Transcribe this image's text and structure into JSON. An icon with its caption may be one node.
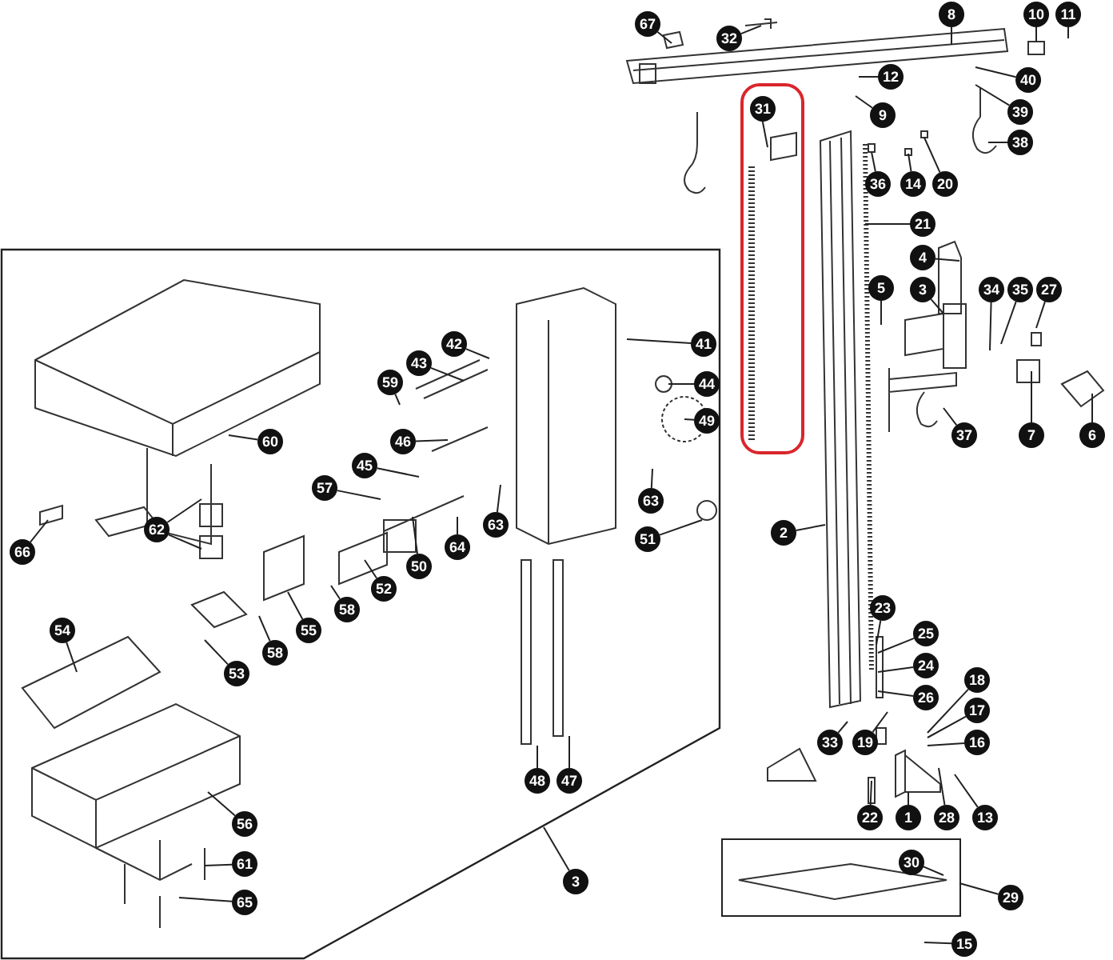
{
  "diagram": {
    "nodes": [
      {
        "text": [
          "67"
        ]
      },
      {
        "text": [
          "32"
        ]
      },
      {
        "text": [
          "8"
        ]
      },
      {
        "text": [
          "10"
        ]
      },
      {
        "text": [
          "11"
        ]
      },
      {
        "text": [],
        "shape": "box"
      },
      {
        "text": [
          "31"
        ],
        "in": 5
      },
      {
        "text": [
          "12"
        ]
      },
      {
        "text": [
          "9"
        ]
      },
      {
        "text": [
          "40"
        ]
      },
      {
        "text": [
          "39"
        ]
      },
      {
        "text": [
          "38"
        ]
      },
      {
        "text": [
          "36"
        ]
      },
      {
        "text": [
          "14"
        ]
      },
      {
        "text": [
          "20"
        ]
      },
      {
        "text": [
          "21"
        ]
      },
      {
        "text": [],
        "shape": "box"
      },
      {
        "text": [
          "4"
        ]
      },
      {
        "text": [
          "5"
        ]
      },
      {
        "text": [
          "3"
        ]
      },
      {
        "text": [
          "34"
        ]
      },
      {
        "text": [
          "35"
        ]
      },
      {
        "text": [
          "27"
        ]
      },
      {
        "text": [
          "42"
        ],
        "in": 16
      },
      {
        "text": [
          "41"
        ],
        "in": 16
      },
      {
        "text": [
          "59"
        ],
        "in": 16
      },
      {
        "text": [
          "43"
        ],
        "in": 16
      },
      {
        "text": [
          "44"
        ],
        "in": 16
      },
      {
        "text": [
          "60"
        ],
        "in": 16
      },
      {
        "text": [
          "46"
        ],
        "in": 16
      },
      {
        "text": [
          "49"
        ],
        "in": 16
      },
      {
        "text": [
          "45"
        ],
        "in": 16
      },
      {
        "text": [
          "57"
        ],
        "in": 16
      },
      {
        "text": [
          "63"
        ],
        "in": 16
      },
      {
        "text": [
          "63"
        ],
        "in": 16
      },
      {
        "text": [
          "64"
        ],
        "in": 16
      },
      {
        "text": [
          "50"
        ],
        "in": 16
      },
      {
        "text": [
          "51"
        ],
        "in": 16
      },
      {
        "text": [
          "62"
        ],
        "in": 16
      },
      {
        "text": [
          "66"
        ],
        "in": 16
      },
      {
        "text": [
          "52"
        ],
        "in": 16
      },
      {
        "text": [
          "58"
        ],
        "in": 16
      },
      {
        "text": [
          "55"
        ],
        "in": 16
      },
      {
        "text": [
          "58"
        ],
        "in": 16
      },
      {
        "text": [
          "54"
        ],
        "in": 16
      },
      {
        "text": [
          "53"
        ],
        "in": 16
      },
      {
        "text": [
          "48"
        ],
        "in": 16
      },
      {
        "text": [
          "47"
        ],
        "in": 16
      },
      {
        "text": [
          "56"
        ],
        "in": 16
      },
      {
        "text": [
          "61"
        ],
        "in": 16
      },
      {
        "text": [
          "65"
        ],
        "in": 16
      },
      {
        "text": [
          "3"
        ]
      },
      {
        "text": [
          "37"
        ]
      },
      {
        "text": [
          "7"
        ]
      },
      {
        "text": [
          "6"
        ]
      },
      {
        "text": [
          "2"
        ]
      },
      {
        "text": [
          "23"
        ]
      },
      {
        "text": [
          "25"
        ]
      },
      {
        "text": [
          "24"
        ]
      },
      {
        "text": [
          "26"
        ]
      },
      {
        "text": [
          "18"
        ]
      },
      {
        "text": [
          "17"
        ]
      },
      {
        "text": [
          "16"
        ]
      },
      {
        "text": [
          "33"
        ]
      },
      {
        "text": [
          "19"
        ]
      },
      {
        "text": [
          "22"
        ]
      },
      {
        "text": [
          "1"
        ]
      },
      {
        "text": [
          "28"
        ]
      },
      {
        "text": [
          "13"
        ]
      },
      {
        "text": [],
        "shape": "box"
      },
      {
        "text": [
          "30"
        ],
        "in": 69
      },
      {
        "text": [
          "29"
        ]
      },
      {
        "text": [
          "15"
        ]
      }
    ],
    "edges": [
      {
        "from": 0,
        "to": null,
        "arrow": "none"
      },
      {
        "from": 1,
        "to": null,
        "arrow": "none"
      },
      {
        "from": 2,
        "to": null,
        "arrow": "none"
      },
      {
        "from": 3,
        "to": null,
        "arrow": "none"
      },
      {
        "from": 4,
        "to": null,
        "arrow": "none"
      },
      {
        "from": 6,
        "to": null,
        "arrow": "none"
      },
      {
        "from": 7,
        "to": null,
        "arrow": "none"
      },
      {
        "from": 8,
        "to": null,
        "arrow": "none"
      },
      {
        "from": 9,
        "to": null,
        "arrow": "none"
      },
      {
        "from": 10,
        "to": null,
        "arrow": "none"
      },
      {
        "from": 11,
        "to": null,
        "arrow": "none"
      },
      {
        "from": 12,
        "to": null,
        "arrow": "none"
      },
      {
        "from": 13,
        "to": null,
        "arrow": "none"
      },
      {
        "from": 14,
        "to": null,
        "arrow": "none"
      },
      {
        "from": 15,
        "to": null,
        "arrow": "none"
      },
      {
        "from": 17,
        "to": null,
        "arrow": "none"
      },
      {
        "from": 18,
        "to": null,
        "arrow": "none"
      },
      {
        "from": 19,
        "to": null,
        "arrow": "none"
      },
      {
        "from": 20,
        "to": null,
        "arrow": "none"
      },
      {
        "from": 21,
        "to": null,
        "arrow": "none"
      },
      {
        "from": 22,
        "to": null,
        "arrow": "none"
      },
      {
        "from": 23,
        "to": null,
        "arrow": "none"
      },
      {
        "from": 24,
        "to": null,
        "arrow": "none"
      },
      {
        "from": 25,
        "to": null,
        "arrow": "none"
      },
      {
        "from": 26,
        "to": null,
        "arrow": "none"
      },
      {
        "from": 27,
        "to": null,
        "arrow": "none"
      },
      {
        "from": 28,
        "to": null,
        "arrow": "none"
      },
      {
        "from": 29,
        "to": null,
        "arrow": "none"
      },
      {
        "from": 30,
        "to": null,
        "arrow": "none"
      },
      {
        "from": 31,
        "to": null,
        "arrow": "none"
      },
      {
        "from": 32,
        "to": null,
        "arrow": "none"
      },
      {
        "from": 33,
        "to": null,
        "arrow": "none"
      },
      {
        "from": 34,
        "to": null,
        "arrow": "none"
      },
      {
        "from": 35,
        "to": null,
        "arrow": "none"
      },
      {
        "from": 36,
        "to": null,
        "arrow": "none"
      },
      {
        "from": 37,
        "to": null,
        "arrow": "none"
      },
      {
        "from": 38,
        "to": null,
        "arrow": "none"
      },
      {
        "from": 38,
        "to": null,
        "arrow": "none"
      },
      {
        "from": 39,
        "to": null,
        "arrow": "none"
      },
      {
        "from": 40,
        "to": null,
        "arrow": "none"
      },
      {
        "from": 41,
        "to": null,
        "arrow": "none"
      },
      {
        "from": 42,
        "to": null,
        "arrow": "none"
      },
      {
        "from": 43,
        "to": null,
        "arrow": "none"
      },
      {
        "from": 44,
        "to": null,
        "arrow": "none"
      },
      {
        "from": 45,
        "to": null,
        "arrow": "none"
      },
      {
        "from": 46,
        "to": null,
        "arrow": "none"
      },
      {
        "from": 47,
        "to": null,
        "arrow": "none"
      },
      {
        "from": 48,
        "to": null,
        "arrow": "none"
      },
      {
        "from": 49,
        "to": null,
        "arrow": "none"
      },
      {
        "from": 50,
        "to": null,
        "arrow": "none"
      },
      {
        "from": 51,
        "to": 16,
        "arrow": "none"
      },
      {
        "from": 52,
        "to": null,
        "arrow": "none"
      },
      {
        "from": 53,
        "to": null,
        "arrow": "none"
      },
      {
        "from": 54,
        "to": null,
        "arrow": "none"
      },
      {
        "from": 55,
        "to": null,
        "arrow": "none"
      },
      {
        "from": 56,
        "to": null,
        "arrow": "none"
      },
      {
        "from": 57,
        "to": null,
        "arrow": "none"
      },
      {
        "from": 58,
        "to": null,
        "arrow": "none"
      },
      {
        "from": 59,
        "to": null,
        "arrow": "none"
      },
      {
        "from": 60,
        "to": null,
        "arrow": "none"
      },
      {
        "from": 61,
        "to": null,
        "arrow": "none"
      },
      {
        "from": 62,
        "to": null,
        "arrow": "none"
      },
      {
        "from": 63,
        "to": null,
        "arrow": "none"
      },
      {
        "from": 64,
        "to": null,
        "arrow": "none"
      },
      {
        "from": 65,
        "to": null,
        "arrow": "none"
      },
      {
        "from": 66,
        "to": null,
        "arrow": "none"
      },
      {
        "from": 67,
        "to": null,
        "arrow": "none"
      },
      {
        "from": 68,
        "to": null,
        "arrow": "none"
      },
      {
        "from": 70,
        "to": null,
        "arrow": "none"
      },
      {
        "from": 71,
        "to": 69,
        "arrow": "none"
      },
      {
        "from": 72,
        "to": null,
        "arrow": "none"
      }
    ]
  }
}
